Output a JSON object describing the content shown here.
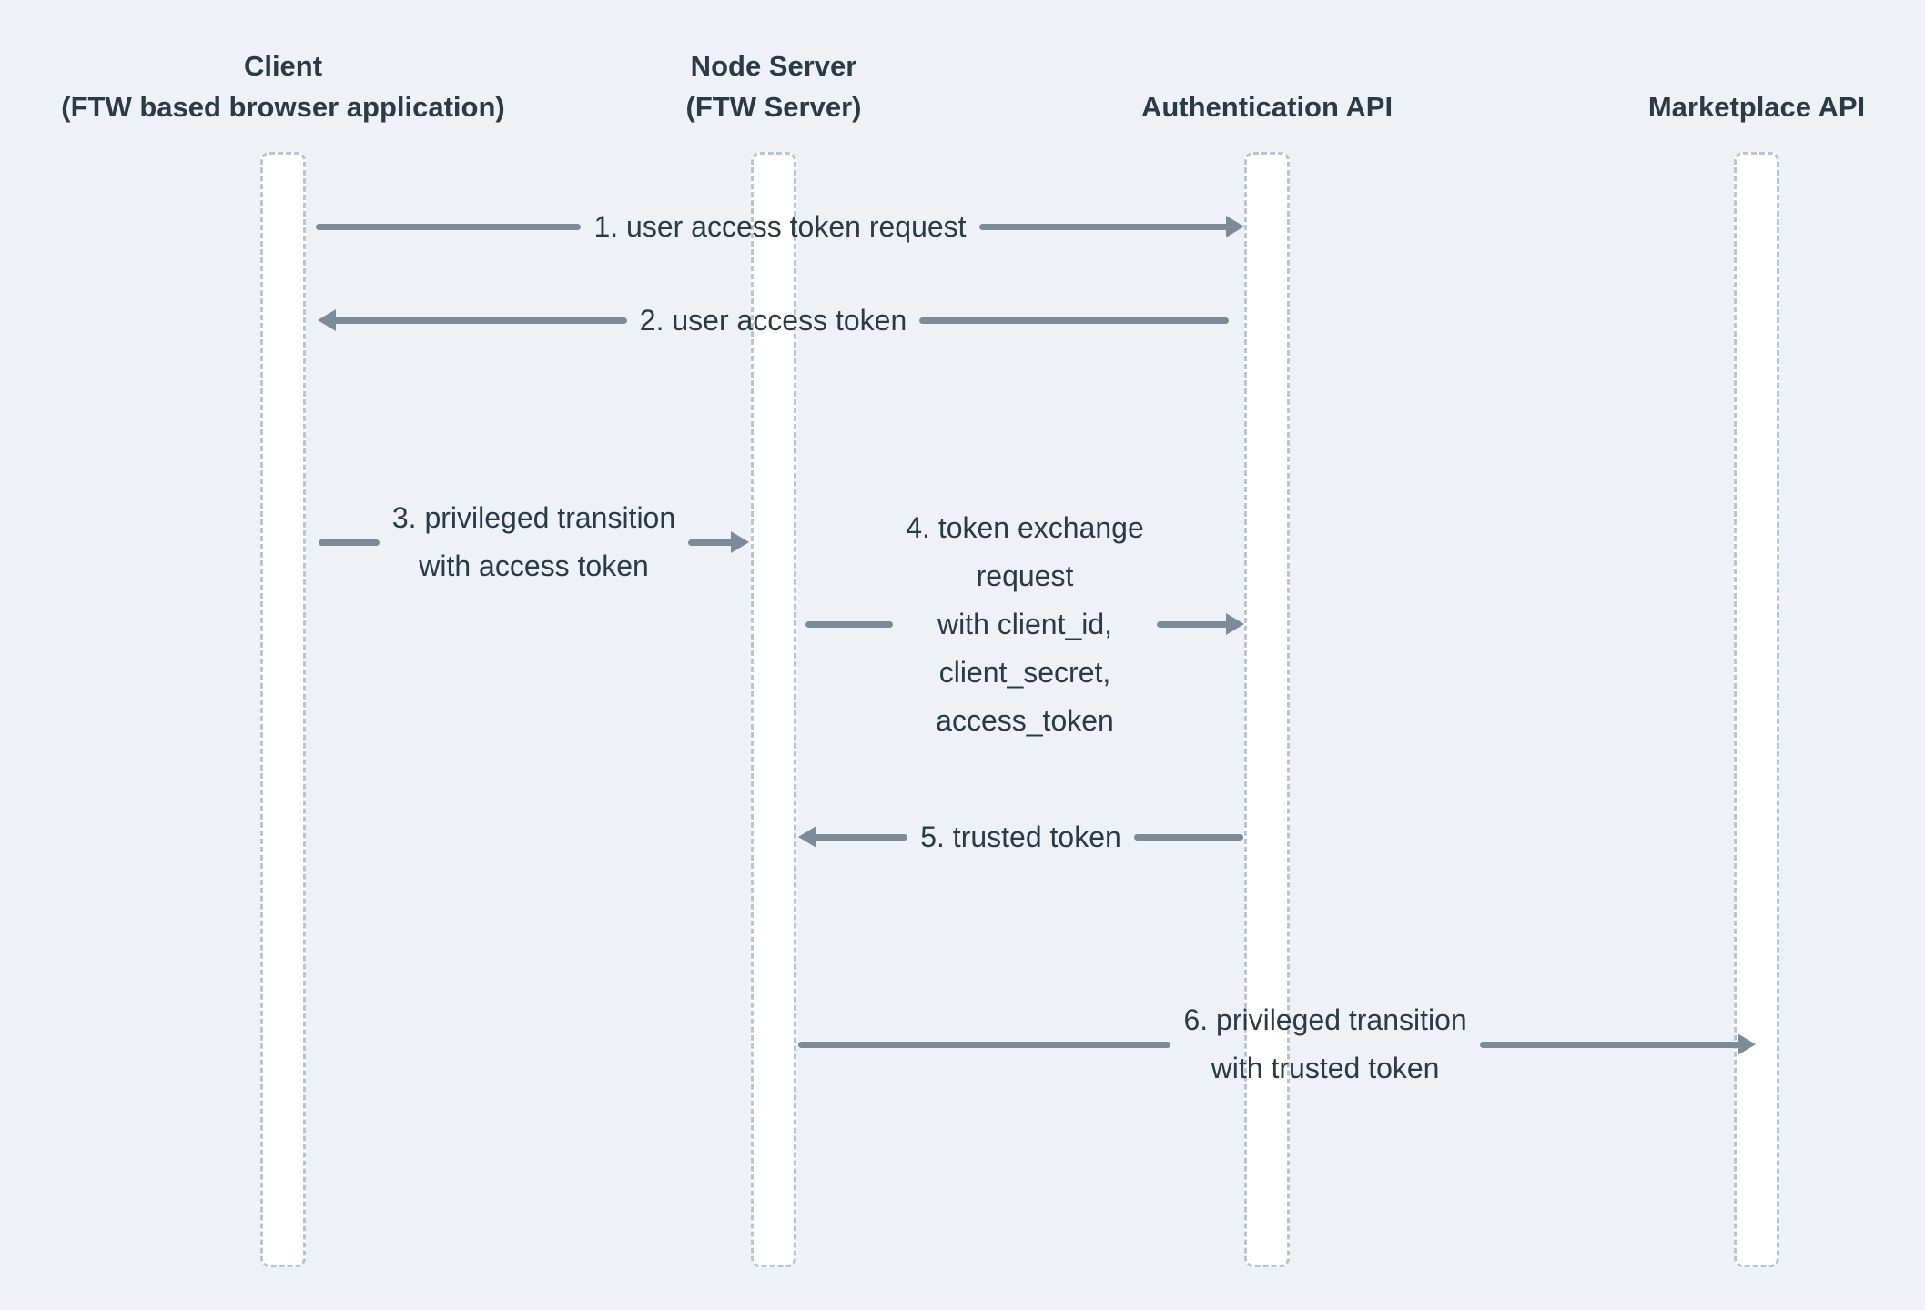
{
  "diagram": {
    "type": "sequence-diagram",
    "colors": {
      "background": "#eef1f5",
      "text": "#2b3a47",
      "arrow": "#7b8b99",
      "lifeline_border": "#b9c5d1",
      "lifeline_fill": "#ffffff"
    },
    "actors": [
      {
        "id": "client",
        "name": "Client",
        "subtitle": "(FTW based browser application)"
      },
      {
        "id": "node-server",
        "name": "Node Server",
        "subtitle": "(FTW Server)"
      },
      {
        "id": "auth-api",
        "name": "Authentication API",
        "subtitle": ""
      },
      {
        "id": "marketplace-api",
        "name": "Marketplace API",
        "subtitle": ""
      }
    ],
    "messages": [
      {
        "step": 1,
        "from": "client",
        "to": "auth-api",
        "direction": "right",
        "label": "1. user access token request"
      },
      {
        "step": 2,
        "from": "auth-api",
        "to": "client",
        "direction": "left",
        "label": "2. user access token"
      },
      {
        "step": 3,
        "from": "client",
        "to": "node-server",
        "direction": "right",
        "label": "3. privileged transition\nwith access token"
      },
      {
        "step": 4,
        "from": "node-server",
        "to": "auth-api",
        "direction": "right",
        "label": "4. token exchange\nrequest\nwith client_id,\nclient_secret,\naccess_token"
      },
      {
        "step": 5,
        "from": "auth-api",
        "to": "node-server",
        "direction": "left",
        "label": "5. trusted token"
      },
      {
        "step": 6,
        "from": "node-server",
        "to": "marketplace-api",
        "direction": "right",
        "label": "6. privileged transition\nwith trusted token"
      }
    ]
  }
}
